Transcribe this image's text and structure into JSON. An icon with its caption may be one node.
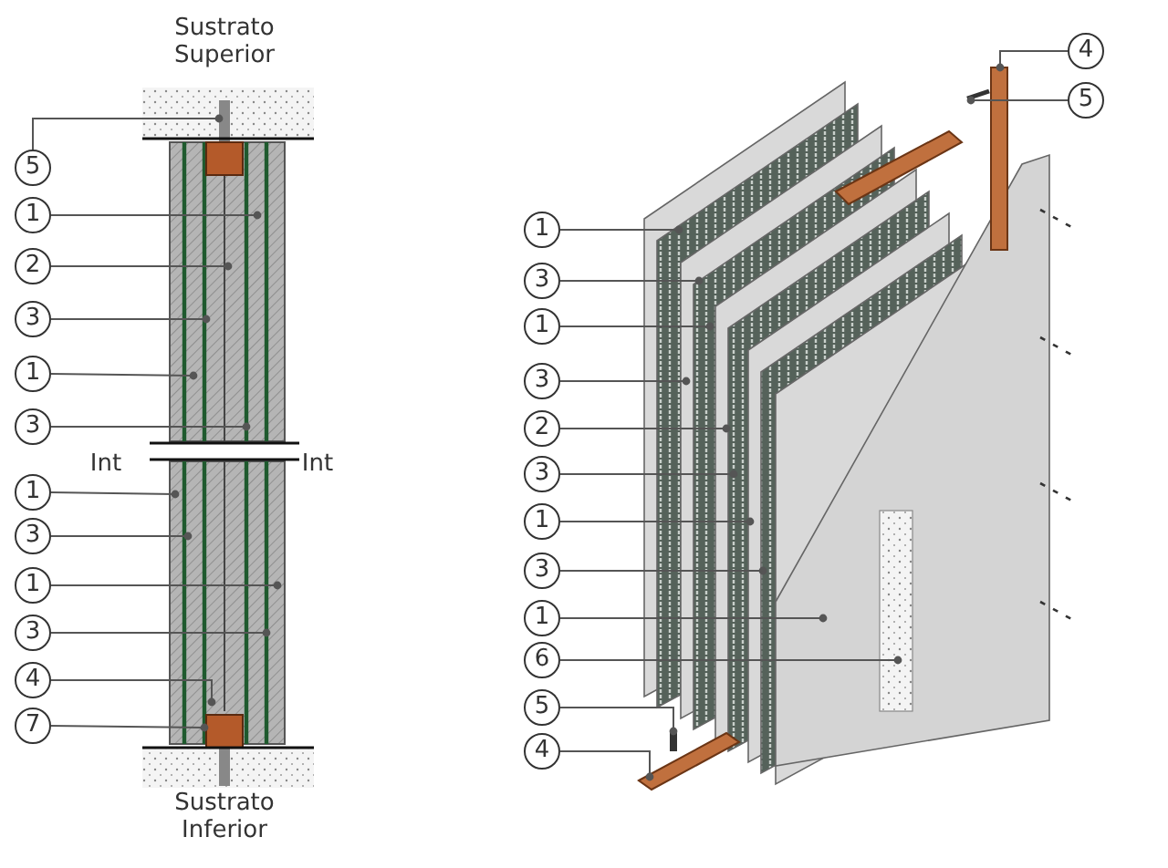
{
  "diagram": {
    "nodes": [
      {
        "text": [
          "5"
        ]
      },
      {
        "text": [
          "1"
        ]
      },
      {
        "text": [
          "2"
        ]
      },
      {
        "text": [
          "3"
        ]
      },
      {
        "text": [
          "1"
        ]
      },
      {
        "text": [
          "3"
        ]
      },
      {
        "text": [
          "1"
        ]
      },
      {
        "text": [
          "3"
        ]
      },
      {
        "text": [
          "1"
        ]
      },
      {
        "text": [
          "3"
        ]
      },
      {
        "text": [
          "4"
        ]
      },
      {
        "text": [
          "7"
        ]
      },
      {
        "text": [
          "4"
        ]
      },
      {
        "text": [
          "5"
        ]
      },
      {
        "text": [
          "1"
        ]
      },
      {
        "text": [
          "3"
        ]
      },
      {
        "text": [
          "1"
        ]
      },
      {
        "text": [
          "3"
        ]
      },
      {
        "text": [
          "2"
        ]
      },
      {
        "text": [
          "3"
        ]
      },
      {
        "text": [
          "1"
        ]
      },
      {
        "text": [
          "3"
        ]
      },
      {
        "text": [
          "1"
        ]
      },
      {
        "text": [
          "6"
        ]
      },
      {
        "text": [
          "5"
        ]
      },
      {
        "text": [
          "4"
        ]
      }
    ],
    "edges": [
      {
        "from": 0,
        "to": null,
        "arrow": "other"
      },
      {
        "from": 1,
        "to": null,
        "arrow": "other"
      },
      {
        "from": 2,
        "to": null,
        "arrow": "other"
      },
      {
        "from": 3,
        "to": null,
        "arrow": "other"
      },
      {
        "from": 4,
        "to": null,
        "arrow": "other"
      },
      {
        "from": 5,
        "to": null,
        "arrow": "other"
      },
      {
        "from": 6,
        "to": null,
        "arrow": "other"
      },
      {
        "from": 7,
        "to": null,
        "arrow": "other"
      },
      {
        "from": 8,
        "to": null,
        "arrow": "other"
      },
      {
        "from": 9,
        "to": null,
        "arrow": "other"
      },
      {
        "from": 10,
        "to": null,
        "arrow": "other"
      },
      {
        "from": 11,
        "to": null,
        "arrow": "other"
      },
      {
        "from": 12,
        "to": null,
        "arrow": "other"
      },
      {
        "from": 13,
        "to": null,
        "arrow": "other"
      },
      {
        "from": 14,
        "to": null,
        "arrow": "other"
      },
      {
        "from": 15,
        "to": null,
        "arrow": "other"
      },
      {
        "from": 16,
        "to": null,
        "arrow": "other"
      },
      {
        "from": 17,
        "to": null,
        "arrow": "other"
      },
      {
        "from": 18,
        "to": null,
        "arrow": "other"
      },
      {
        "from": 19,
        "to": null,
        "arrow": "other"
      },
      {
        "from": 20,
        "to": null,
        "arrow": "other"
      },
      {
        "from": 21,
        "to": null,
        "arrow": "other"
      },
      {
        "from": 22,
        "to": null,
        "arrow": "other"
      },
      {
        "from": 23,
        "to": null,
        "arrow": "other"
      },
      {
        "from": 24,
        "to": null,
        "arrow": "other"
      },
      {
        "from": 25,
        "to": null,
        "arrow": "other"
      }
    ],
    "labels": [
      "Sustrato Superior",
      "Int",
      "Int",
      "Sustrato Inferior"
    ]
  }
}
